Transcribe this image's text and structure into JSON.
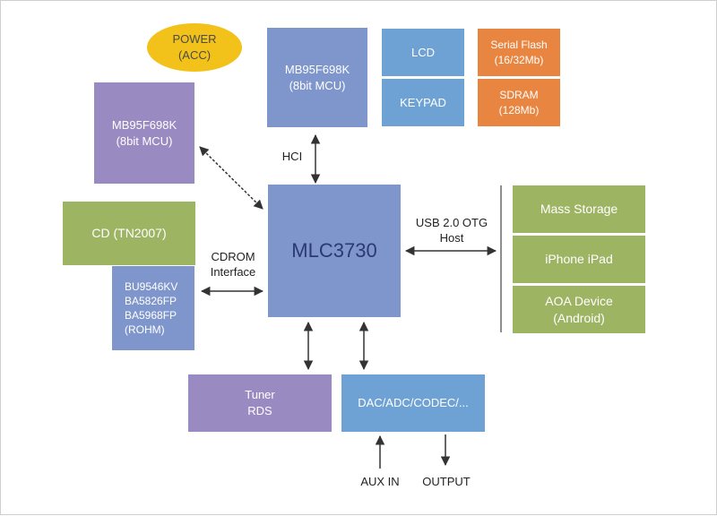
{
  "power": [
    "POWER",
    "(ACC)"
  ],
  "mcu_top": [
    "MB95F698K",
    "(8bit MCU)"
  ],
  "mcu_left": [
    "MB95F698K",
    "(8bit MCU)"
  ],
  "lcd": "LCD",
  "keypad": "KEYPAD",
  "serial_flash": [
    "Serial Flash",
    "(16/32Mb)"
  ],
  "sdram": [
    "SDRAM",
    "(128Mb)"
  ],
  "main_chip": "MLC3730",
  "cd": "CD (TN2007)",
  "rohm": [
    "BU9546KV",
    "BA5826FP",
    "BA5968FP",
    "(ROHM)"
  ],
  "tuner": [
    "Tuner",
    "RDS"
  ],
  "dac": "DAC/ADC/CODEC/...",
  "usb_devices": [
    "Mass Storage",
    "iPhone iPad",
    [
      "AOA Device",
      "(Android)"
    ]
  ],
  "labels": {
    "hci": "HCI",
    "usb": [
      "USB 2.0 OTG",
      "Host"
    ],
    "cdrom": [
      "CDROM",
      "Interface"
    ],
    "aux_in": "AUX IN",
    "output": "OUTPUT"
  },
  "colors": {
    "purple": "#9a8ac2",
    "blue": "#7f96cc",
    "sky": "#6fa2d4",
    "orange": "#e88540",
    "green": "#9db463",
    "yellow": "#f2c21b"
  }
}
